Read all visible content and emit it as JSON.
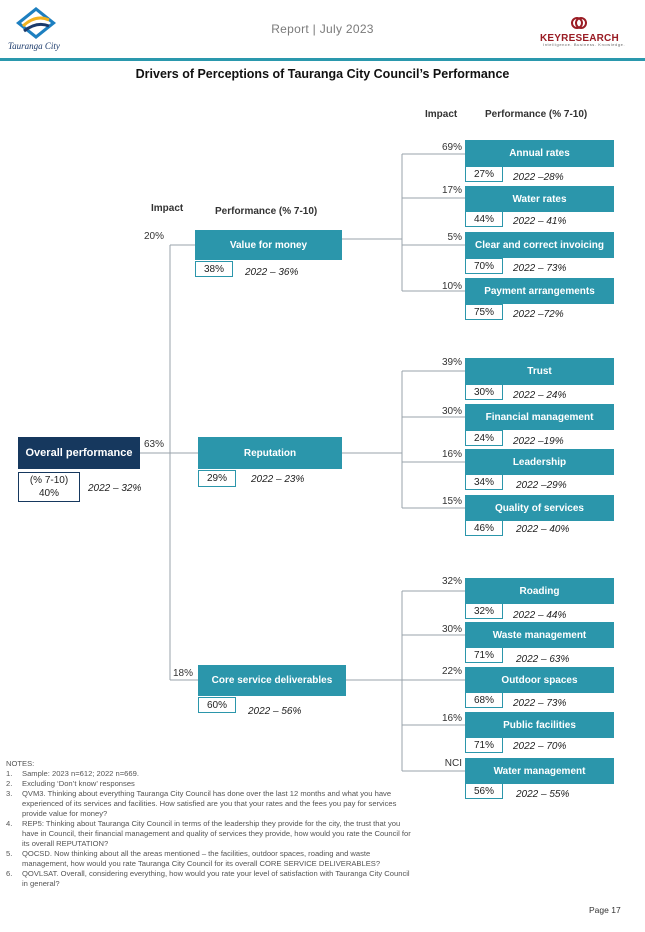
{
  "header": {
    "org_name": "Tauranga City",
    "report_title": "Report | July 2023",
    "research_brand": "KEYRESEARCH",
    "research_tagline": "Intelligence. Business. Knowledge."
  },
  "title": "Drivers of Perceptions of Tauranga City Council’s Performance",
  "column_headers": {
    "level2_impact": "Impact",
    "level2_performance": "Performance (% 7-10)",
    "level3_impact": "Impact",
    "level3_performance": "Performance (% 7-10)"
  },
  "overall": {
    "label": "Overall performance",
    "measure": "(% 7-10)",
    "value": "40%",
    "comparison": "2022 – 32%"
  },
  "drivers": [
    {
      "label": "Value for money",
      "impact": "20%",
      "score": "38%",
      "comparison": "2022 – 36%",
      "sub": [
        {
          "label": "Annual  rates",
          "impact": "69%",
          "score": "27%",
          "comparison": "2022 –28%"
        },
        {
          "label": "Water rates",
          "impact": "17%",
          "score": "44%",
          "comparison": "2022 – 41%"
        },
        {
          "label": "Clear and correct invoicing",
          "impact": "5%",
          "score": "70%",
          "comparison": "2022 – 73%"
        },
        {
          "label": "Payment arrangements",
          "impact": "10%",
          "score": "75%",
          "comparison": "2022 –72%"
        }
      ]
    },
    {
      "label": "Reputation",
      "impact": "63%",
      "score": "29%",
      "comparison": "2022 – 23%",
      "sub": [
        {
          "label": "Trust",
          "impact": "39%",
          "score": "30%",
          "comparison": "2022 – 24%"
        },
        {
          "label": "Financial management",
          "impact": "30%",
          "score": "24%",
          "comparison": "2022 –19%"
        },
        {
          "label": "Leadership",
          "impact": "16%",
          "score": "34%",
          "comparison": "2022 –29%"
        },
        {
          "label": "Quality of services",
          "impact": "15%",
          "score": "46%",
          "comparison": "2022 – 40%"
        }
      ]
    },
    {
      "label": "Core service deliverables",
      "impact": "18%",
      "score": "60%",
      "comparison": "2022 – 56%",
      "sub": [
        {
          "label": "Roading",
          "impact": "32%",
          "score": "32%",
          "comparison": "2022 – 44%"
        },
        {
          "label": "Waste management",
          "impact": "30%",
          "score": "71%",
          "comparison": "2022 – 63%"
        },
        {
          "label": "Outdoor spaces",
          "impact": "22%",
          "score": "68%",
          "comparison": "2022 – 73%"
        },
        {
          "label": "Public facilities",
          "impact": "16%",
          "score": "71%",
          "comparison": "2022 – 70%"
        },
        {
          "label": "Water management",
          "impact": "NCI",
          "score": "56%",
          "comparison": "2022 – 55%"
        }
      ]
    }
  ],
  "notes": {
    "heading": "NOTES:",
    "items": [
      "Sample: 2023 n=612; 2022 n=669.",
      "Excluding ‘Don’t know’ responses",
      "QVM3. Thinking about everything Tauranga City Council has done over the last 12 months and what you have experienced of its services and facilities.  How satisfied are you that your rates and the fees you pay for services provide value for money?",
      "REP5: Thinking about Tauranga City Council in terms of the leadership they provide for the city, the trust that you have in Council, their financial management and quality of services they provide, how would you rate the Council for its overall REPUTATION?",
      "QOCSD.  Now thinking about all the areas mentioned – the facilities, outdoor spaces, roading and waste management, how would you rate Tauranga City Council for its overall CORE SERVICE DELIVERABLES?",
      " QOVLSAT.  Overall, considering everything, how would you rate your level of satisfaction with Tauranga City Council in general?"
    ]
  },
  "page_label": "Page 17",
  "colors": {
    "teal": "#2b96ab",
    "navy": "#16385e",
    "rule": "#2a98ad"
  }
}
